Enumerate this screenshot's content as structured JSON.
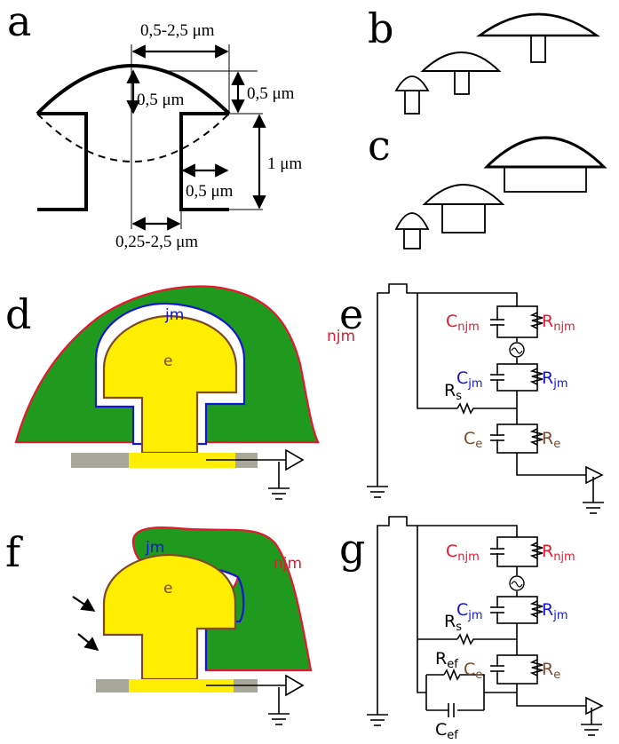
{
  "panels": {
    "a": "a",
    "b": "b",
    "c": "c",
    "d": "d",
    "e": "e",
    "f": "f",
    "g": "g"
  },
  "panel_a": {
    "head_width": "0,5-2,5 μm",
    "head_height_inner": "0,5 μm",
    "head_height_outer": "0,5 μm",
    "neck_length": "1 μm",
    "neck_offset": "0,5 μm",
    "neck_width": "0,25-2,5 μm"
  },
  "compartments": {
    "junction_membrane": "jm",
    "non_junction_membrane": "njm",
    "extracellular": "e"
  },
  "circuit_e": {
    "c_njm": {
      "main": "C",
      "sub": "njm"
    },
    "r_njm": {
      "main": "R",
      "sub": "njm"
    },
    "c_jm": {
      "main": "C",
      "sub": "jm"
    },
    "r_jm": {
      "main": "R",
      "sub": "jm"
    },
    "r_s": {
      "main": "R",
      "sub": "s"
    },
    "c_e": {
      "main": "C",
      "sub": "e"
    },
    "r_e": {
      "main": "R",
      "sub": "e"
    }
  },
  "circuit_g": {
    "c_njm": {
      "main": "C",
      "sub": "njm"
    },
    "r_njm": {
      "main": "R",
      "sub": "njm"
    },
    "c_jm": {
      "main": "C",
      "sub": "jm"
    },
    "r_jm": {
      "main": "R",
      "sub": "jm"
    },
    "r_s": {
      "main": "R",
      "sub": "s"
    },
    "c_e": {
      "main": "C",
      "sub": "e"
    },
    "r_e": {
      "main": "R",
      "sub": "e"
    },
    "r_ef": {
      "main": "R",
      "sub": "ef"
    },
    "c_ef": {
      "main": "C",
      "sub": "ef"
    }
  },
  "colors": {
    "njm": "#e8162e",
    "jm": "#1515d6",
    "e": "#7a4a2a",
    "cell": "#1f9a1f",
    "electrode": "#ffee00",
    "substrate": "#a8a89a"
  }
}
